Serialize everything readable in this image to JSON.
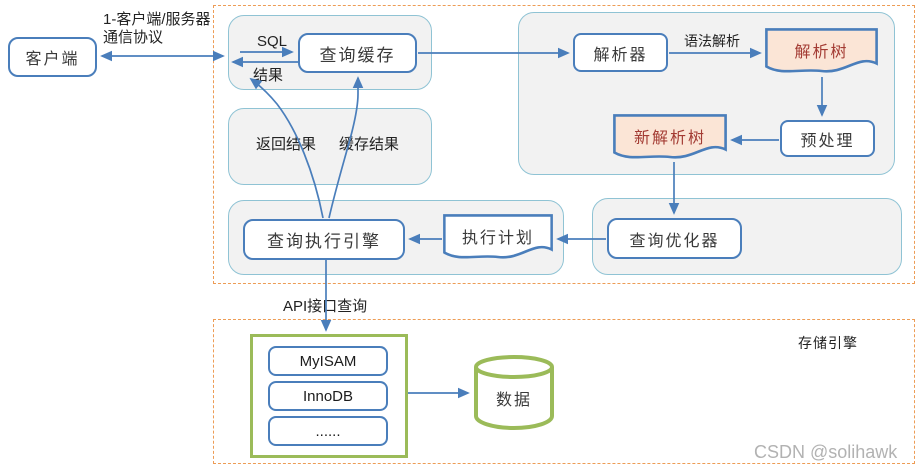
{
  "colors": {
    "arrow_blue": "#4A7EBB",
    "group_border": "#8FC3D4",
    "group_fill": "#F2F2F2",
    "dashed_orange": "#ED9C55",
    "doc_fill": "#FBE5D6",
    "doc_text_red": "#A33B33",
    "storage_green": "#9BBB59"
  },
  "client": {
    "label": "客户端"
  },
  "labels": {
    "protocol_line1": "1-客户端/服务器",
    "protocol_line2": "通信协议",
    "sql": "SQL",
    "result": "结果",
    "return_result": "返回结果",
    "cache_result": "缓存结果",
    "syntax_parse": "语法解析",
    "api_query": "API接口查询"
  },
  "server": {
    "query_cache": "查询缓存",
    "parser": "解析器",
    "parse_tree": "解析树",
    "preprocess": "预处理",
    "new_parse_tree": "新解析树",
    "query_optimizer": "查询优化器",
    "execution_plan": "执行计划",
    "query_execution_engine": "查询执行引擎"
  },
  "storage": {
    "title": "存储引擎",
    "engines": [
      "MyISAM",
      "InnoDB",
      "......"
    ],
    "data_label": "数据"
  },
  "watermark": "CSDN @solihawk"
}
